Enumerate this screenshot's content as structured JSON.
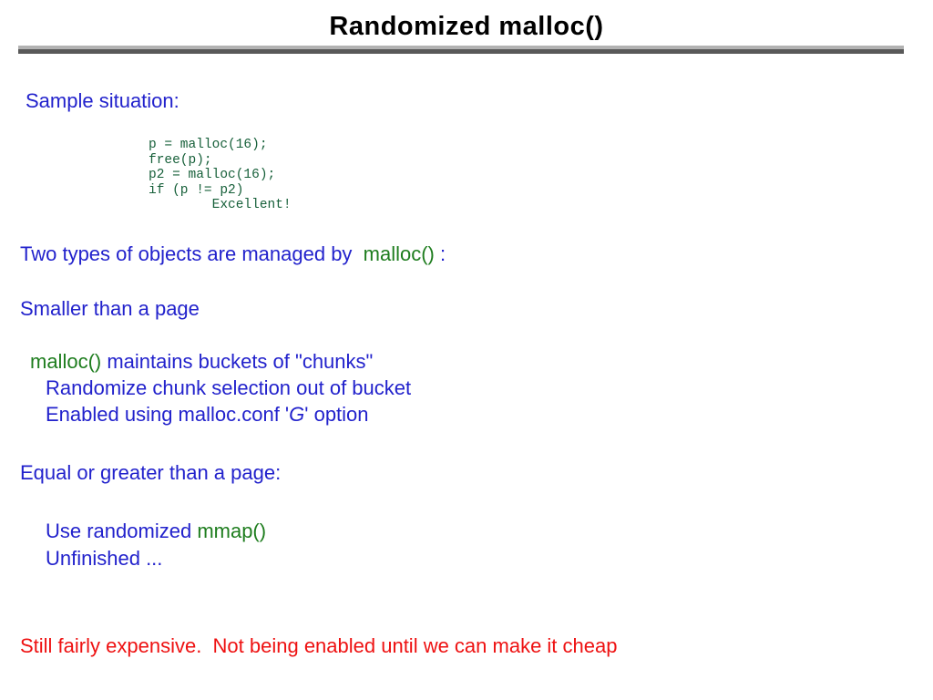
{
  "slide": {
    "title": "Randomized malloc()",
    "sample_label": "Sample situation:",
    "code": {
      "lines": [
        "p = malloc(16);",
        "free(p);",
        "p2 = malloc(16);",
        "if (p != p2)",
        "        Excellent!"
      ]
    },
    "two_types": {
      "pre": "Two types of objects are managed by  ",
      "keyword": "malloc()",
      "post": " :"
    },
    "smaller_heading": "Smaller than a page",
    "buckets": {
      "keyword": "malloc()",
      "post": " maintains buckets of \"chunks\""
    },
    "randomize_line": "Randomize chunk selection out of bucket",
    "enabled_line": {
      "pre": "Enabled using malloc.conf '",
      "em": "G",
      "post": "' option"
    },
    "equal_heading": "Equal or greater than a page:",
    "mmap_line": {
      "pre": "Use randomized ",
      "keyword": "mmap()"
    },
    "unfinished_line": "Unfinished ...",
    "footer_note": "Still fairly expensive.  Not being enabled until we can make it cheap"
  },
  "colors": {
    "body_blue": "#2222cc",
    "keyword_green": "#1e7d1e",
    "code_green": "#17603a",
    "warning_red": "#ee1111",
    "title_black": "#000000",
    "rule_light": "#b2b2b2",
    "rule_dark": "#595959"
  }
}
